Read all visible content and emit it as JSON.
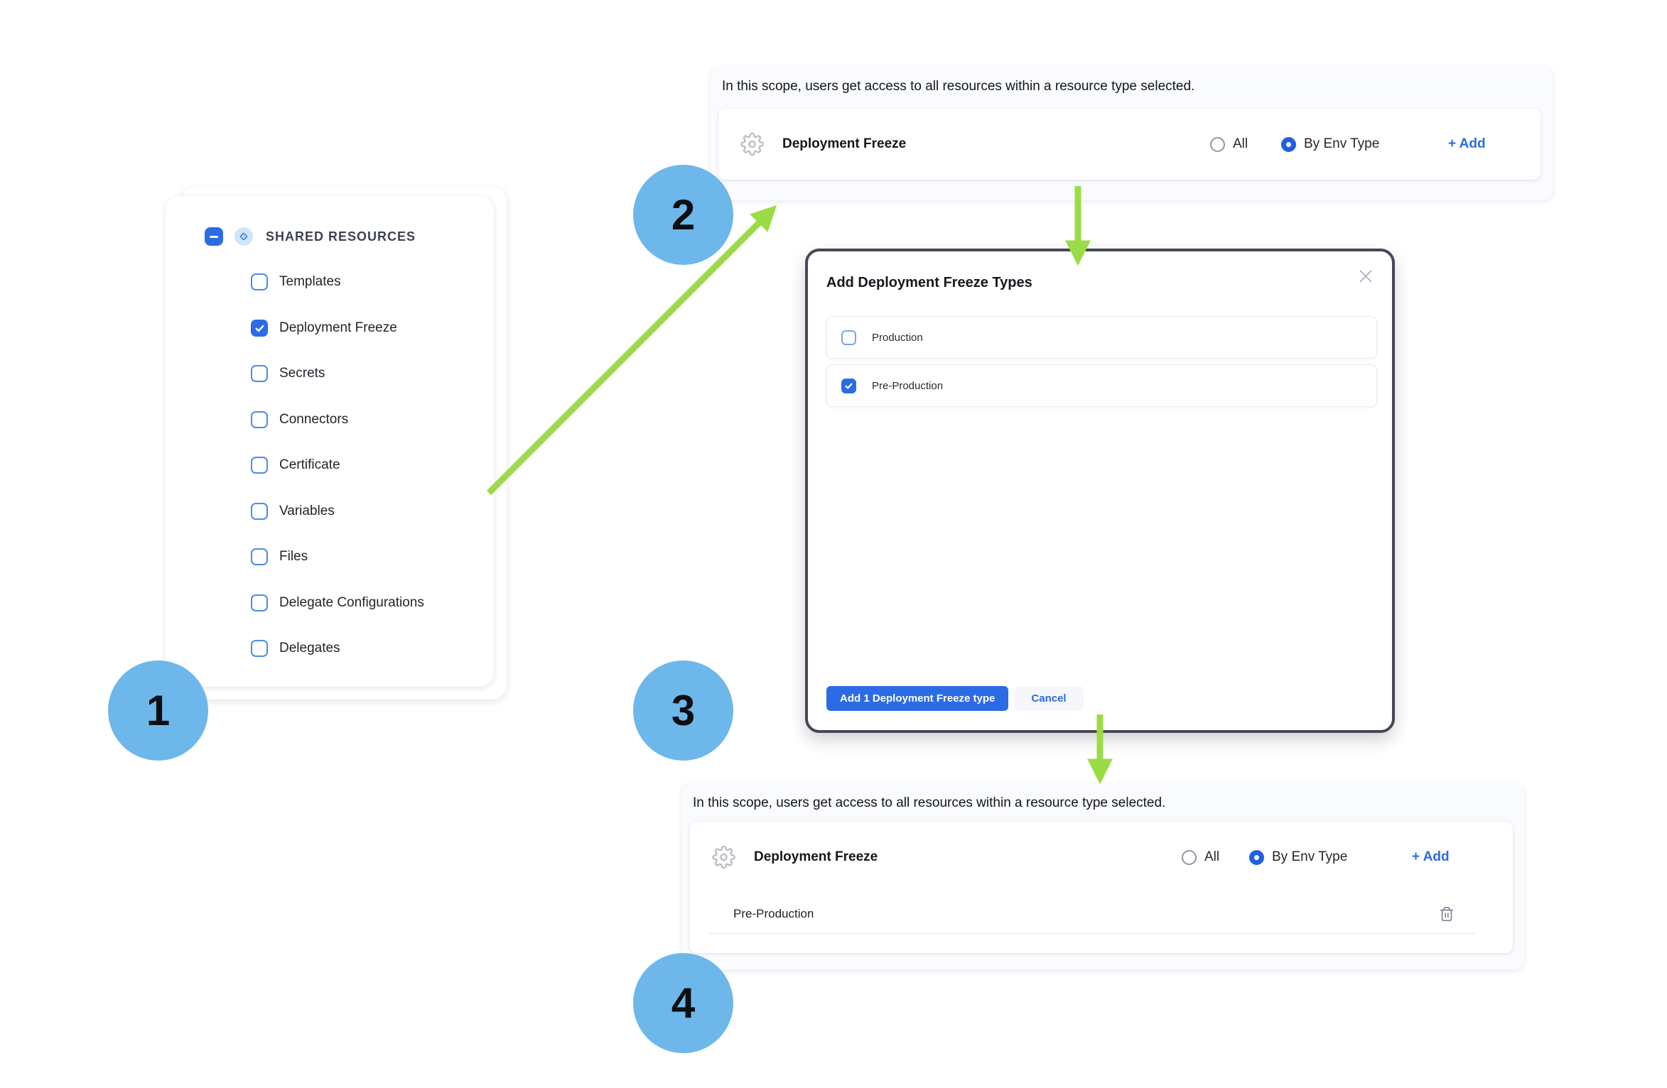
{
  "colors": {
    "accent_blue": "#2b6be4",
    "step_circle_blue": "#6db7ea",
    "arrow_green": "#9bdc46",
    "modal_border": "#434955"
  },
  "steps": [
    {
      "number": "1"
    },
    {
      "number": "2"
    },
    {
      "number": "3"
    },
    {
      "number": "4"
    }
  ],
  "resource_tree": {
    "header": "SHARED RESOURCES",
    "items": [
      {
        "label": "Templates",
        "checked": false
      },
      {
        "label": "Deployment Freeze",
        "checked": true
      },
      {
        "label": "Secrets",
        "checked": false
      },
      {
        "label": "Connectors",
        "checked": false
      },
      {
        "label": "Certificate",
        "checked": false
      },
      {
        "label": "Variables",
        "checked": false
      },
      {
        "label": "Files",
        "checked": false
      },
      {
        "label": "Delegate Configurations",
        "checked": false
      },
      {
        "label": "Delegates",
        "checked": false
      }
    ]
  },
  "scope_panel_top": {
    "description": "In this scope, users get access to all resources within a resource type selected.",
    "resource_label": "Deployment Freeze",
    "radio_all": "All",
    "radio_by_env": "By Env Type",
    "add_link": "+ Add"
  },
  "modal": {
    "title": "Add Deployment Freeze Types",
    "options": [
      {
        "label": "Production",
        "checked": false
      },
      {
        "label": "Pre-Production",
        "checked": true
      }
    ],
    "confirm_label": "Add 1 Deployment Freeze type",
    "cancel_label": "Cancel"
  },
  "scope_panel_bottom": {
    "description": "In this scope, users get access to all resources within a resource type selected.",
    "resource_label": "Deployment Freeze",
    "radio_all": "All",
    "radio_by_env": "By Env Type",
    "add_link": "+ Add",
    "env_row": "Pre-Production"
  }
}
